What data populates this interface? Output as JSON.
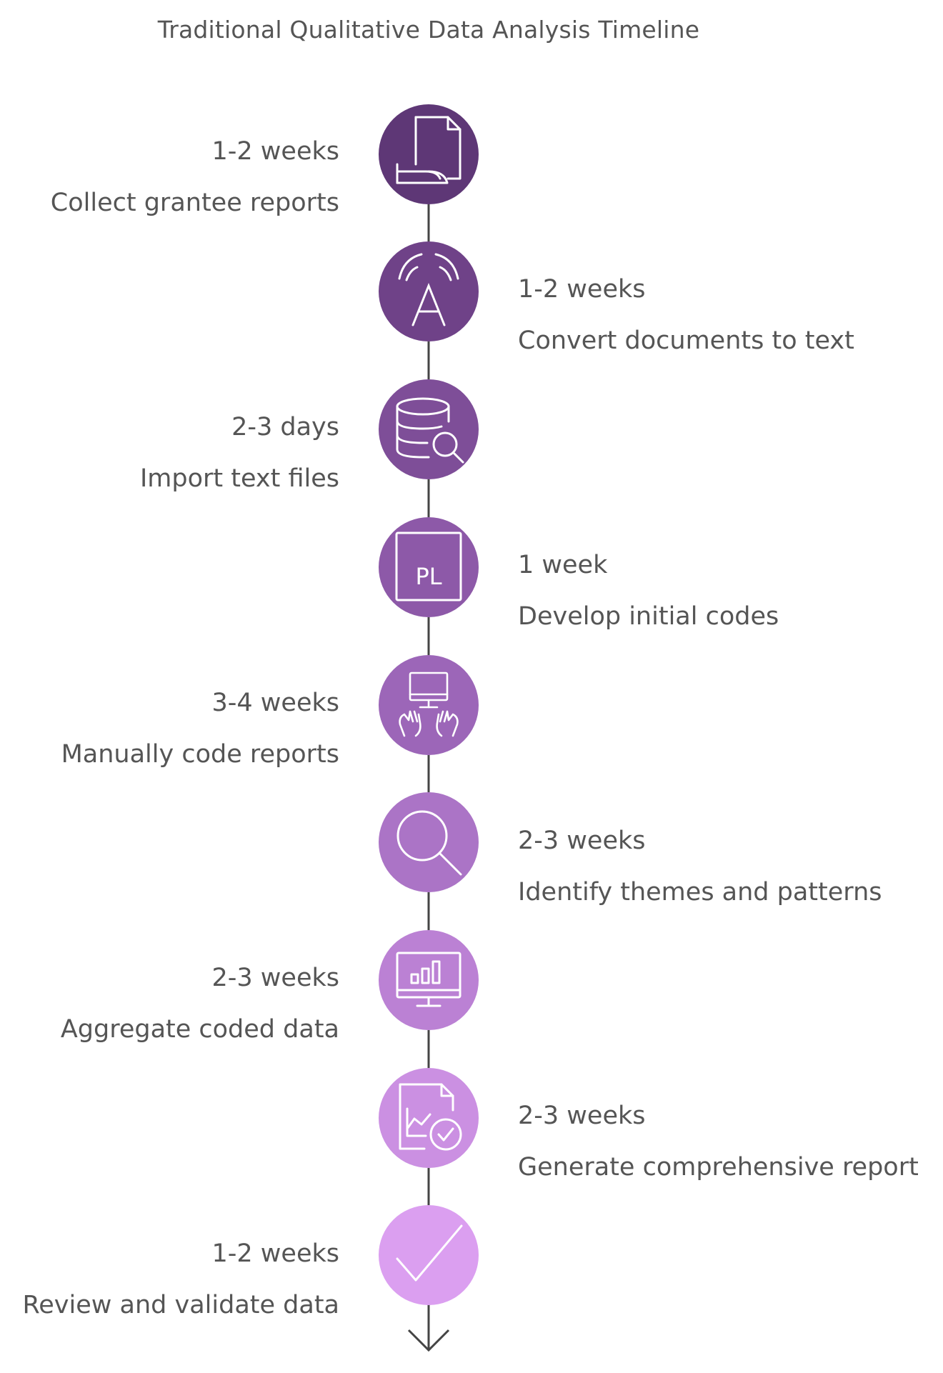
{
  "title": "Traditional Qualitative Data Analysis Timeline",
  "steps": [
    {
      "duration": "1-2 weeks",
      "label": "Collect grantee reports",
      "side": "left",
      "color": "#5e3776",
      "icon": "document-hand-icon"
    },
    {
      "duration": "1-2 weeks",
      "label": "Convert documents to text",
      "side": "right",
      "color": "#6f4288",
      "icon": "text-recognition-icon"
    },
    {
      "duration": "2-3 days",
      "label": "Import text files",
      "side": "left",
      "color": "#7e4e98",
      "icon": "database-search-icon"
    },
    {
      "duration": "1 week",
      "label": "Develop initial codes",
      "side": "right",
      "color": "#8d59a8",
      "icon": "code-file-icon"
    },
    {
      "duration": "3-4 weeks",
      "label": "Manually code reports",
      "side": "left",
      "color": "#9c66b8",
      "icon": "computer-typing-icon"
    },
    {
      "duration": "2-3 weeks",
      "label": "Identify themes and patterns",
      "side": "right",
      "color": "#ab74c6",
      "icon": "magnifier-icon"
    },
    {
      "duration": "2-3 weeks",
      "label": "Aggregate coded data",
      "side": "left",
      "color": "#bb81d4",
      "icon": "monitor-bar-chart-icon"
    },
    {
      "duration": "2-3 weeks",
      "label": "Generate comprehensive report",
      "side": "right",
      "color": "#cb90e2",
      "icon": "report-check-icon"
    },
    {
      "duration": "1-2 weeks",
      "label": "Review and validate data",
      "side": "left",
      "color": "#db9ff0",
      "icon": "checkmark-icon"
    }
  ],
  "connector_color": "#444444"
}
